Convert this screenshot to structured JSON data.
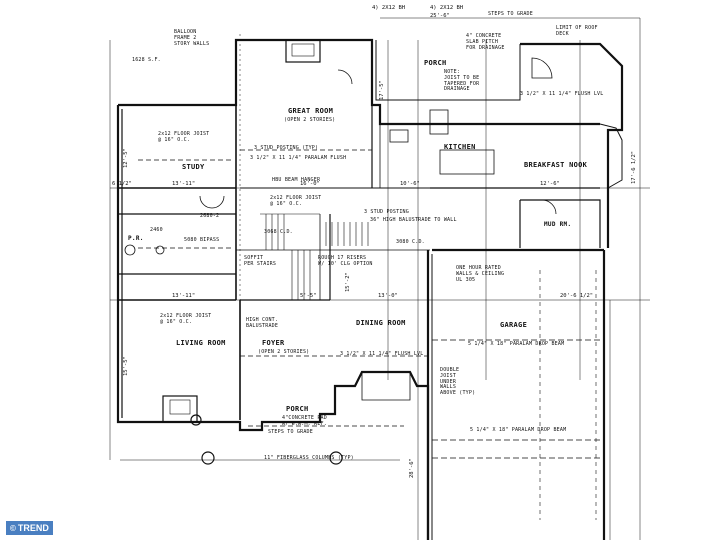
{
  "header": {
    "dim_top_1": "4) 2X12 BH",
    "dim_top_2": "4) 2X12 BH",
    "dim_top_3": "25'-6\"",
    "steps_to_grade_top": "STEPS TO GRADE",
    "limit_of_roof_deck": "LIMIT OF ROOF\nDECK",
    "concrete_slab": "4\" CONCRETE\nSLAB PITCH\nFOR DRAINAGE",
    "balloon_frame": "BALLOON\nFRAME 2\nSTORY WALLS",
    "sq_ft": "1628 S.F."
  },
  "rooms": {
    "great_room": "GREAT ROOM",
    "great_room_sub": "(OPEN 2 STORIES)",
    "porch_rear": "PORCH",
    "study": "STUDY",
    "kitchen": "KITCHEN",
    "breakfast_nook": "BREAKFAST NOOK",
    "mud_rm": "MUD RM.",
    "pr": "P.R.",
    "dining_room": "DINING ROOM",
    "garage": "GARAGE",
    "living_room": "LIVING ROOM",
    "foyer": "FOYER",
    "foyer_sub": "(OPEN 2 STORIES)",
    "porch_front": "PORCH"
  },
  "notes": {
    "porch_note": "NOTE:\nJOIST TO BE\nTAPERED FOR\nDRAINAGE",
    "flush_top_right": "3 1/2\" X 11 1/4\" FLUSH LVL",
    "floor_joist_study": "2x12 FLOOR JOIST\n@ 16\" O.C.",
    "stud_posting": "3 STUD POSTING (TYP)",
    "paralam_flush": "3 1/2\" X 11 1/4\" PARALAM FLUSH",
    "hbu_hanger": "HBU BEAM HANGER",
    "joist_mid": "2x12 FLOOR JOIST\n@ 16\" O.C.",
    "stud_posting_2": "3 STUD POSTING",
    "balustrade": "36\" HIGH BALUSTRADE TO WALL",
    "door_2680": "2680-2",
    "door_2460": "2460",
    "door_5080": "5080 BIPASS",
    "door_3068": "3068 C.D.",
    "door_3080": "3080 C.D.",
    "soffit": "SOFFIT\nPER STAIRS",
    "risers": "ROUGH 17 RISERS\nW/ 10' CLG OPTION",
    "fire_rated": "ONE HOUR RATED\nWALLS & CEILING\nUL 305",
    "floor_joist_living": "2x12 FLOOR JOIST\n@ 16\" O.C.",
    "high_cont": "HIGH CONT.\nBALUSTRADE",
    "paralam_garage": "5 1/4\" X 18\" PARALAM DROP BEAM",
    "flush_lvl_dining": "3 1/2\" X 11 1/4\" FLUSH LVL",
    "double_joist": "DOUBLE\nJOIST\nUNDER\nWALLS\nABOVE (TYP)",
    "concrete_pad": "4\"CONCRETE PAD\nW/ W.W.M. REF.",
    "steps_to_grade_bottom": "STEPS TO GRADE",
    "paralam_drop_2": "5 1/4\" X 18\" PARALAM DROP BEAM",
    "columns": "11\" FIBERGLASS COLUMNS (TYP)"
  },
  "dims": {
    "study_w": "13'-11\"",
    "great_w": "16'-0\"",
    "kitchen_w": "10'-6\"",
    "nook_w": "12'-6\"",
    "pr_gap": "6 1/2\"",
    "living_w": "13'-11\"",
    "stair_w": "5'-5\"",
    "dining_w": "13'-0\"",
    "garage_w": "20'-6 1/2\"",
    "nook_r": "17'-6 1/2\"",
    "great_d": "17'-5\"",
    "study_d": "12'-5\"",
    "living_d": "15'-5\"",
    "dining_d": "15'-2\"",
    "garage_d": "28'-6\""
  },
  "watermark": {
    "copyright": "©",
    "brand": "TREND"
  }
}
